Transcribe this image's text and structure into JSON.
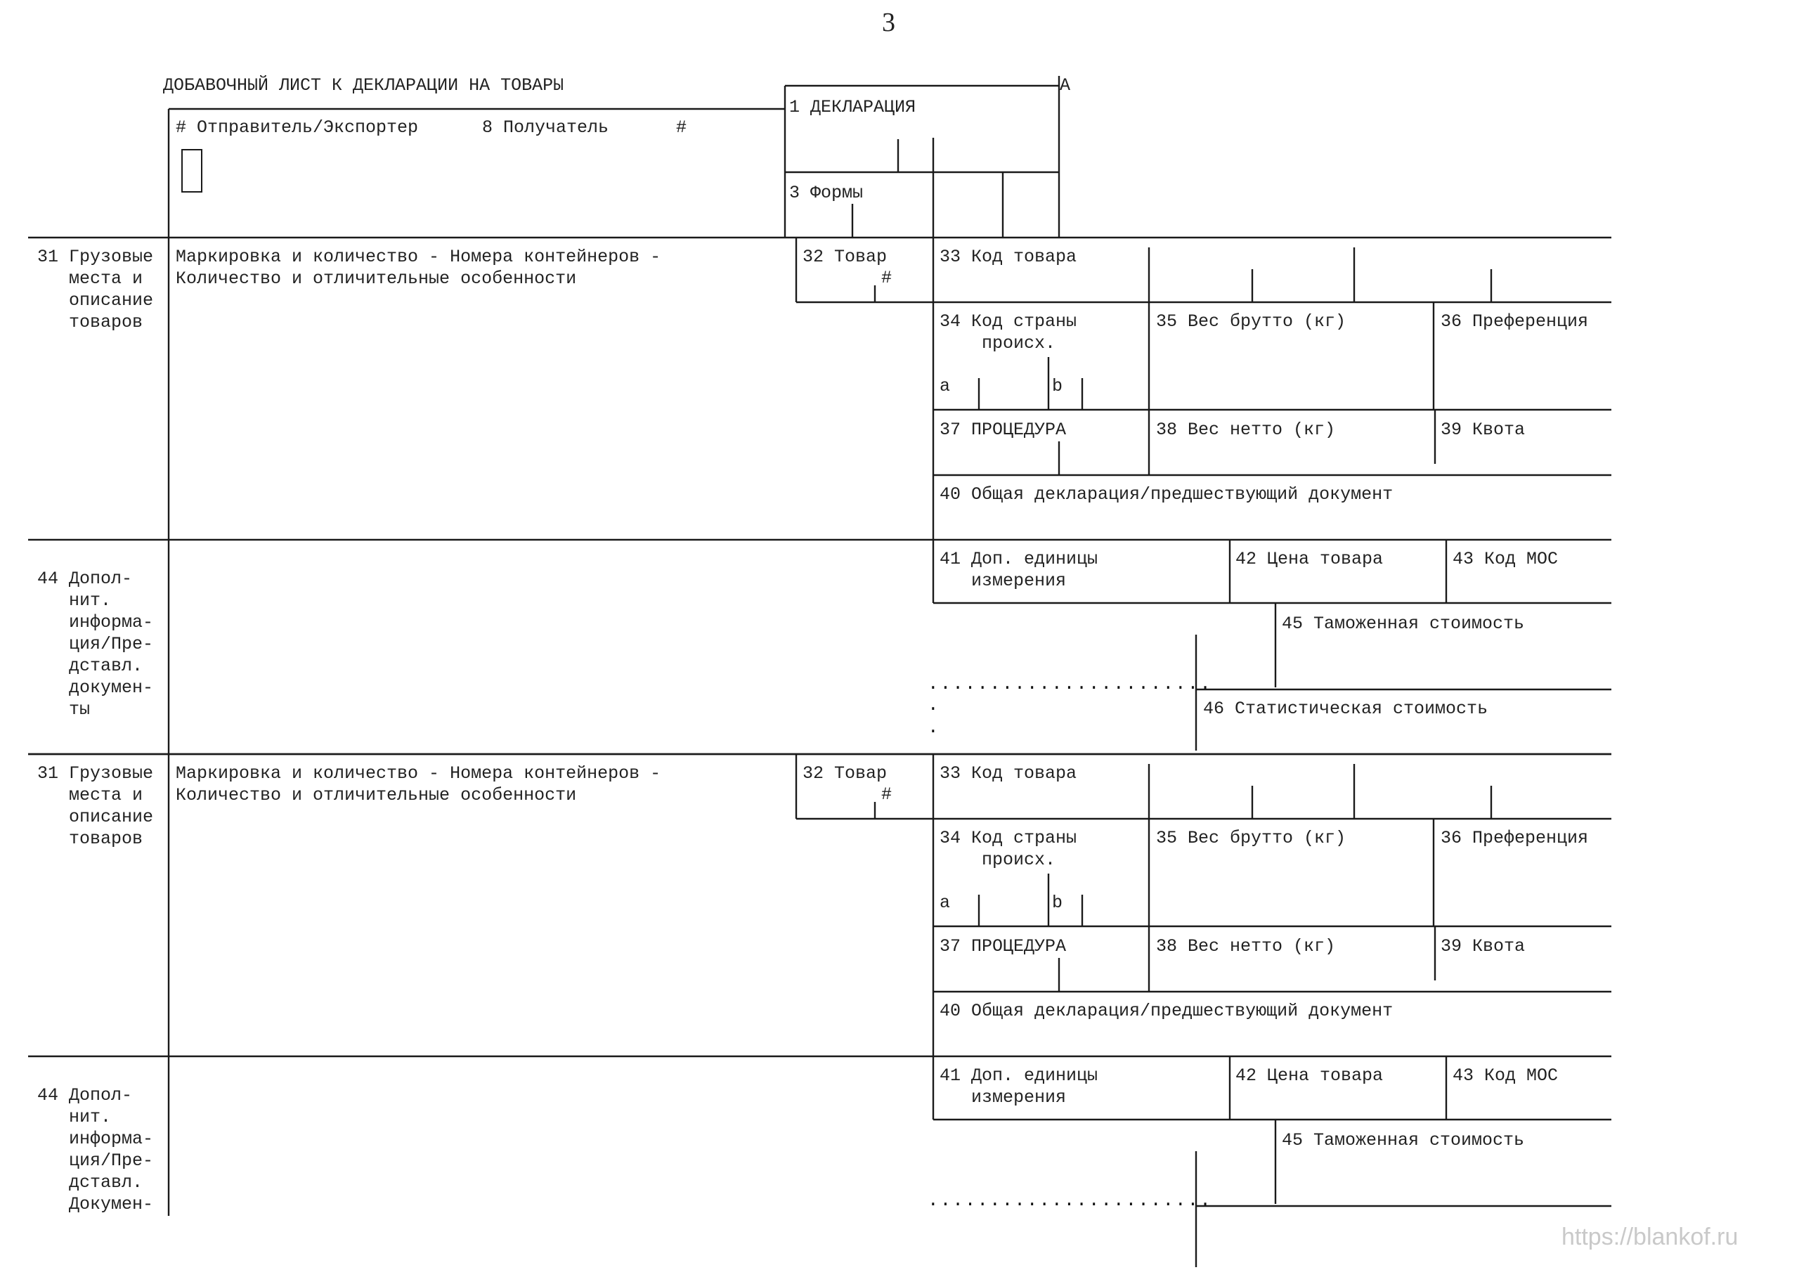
{
  "page_number": "3",
  "sheet_title": "ДОБАВОЧНЫЙ ЛИСТ К ДЕКЛАРАЦИИ НА ТОВАРЫ",
  "header": {
    "col_a": "A",
    "exporter": "# Отправитель/Экспортер",
    "consignee": "8 Получатель",
    "consignee_hash": "#",
    "declaration": "1 ДЕКЛАРАЦИЯ",
    "forms": "3 Формы"
  },
  "blocks": [
    {
      "b31_label": "31 Грузовые\n   места и\n   описание\n   товаров",
      "b31_text": "Маркировка и количество - Номера контейнеров -\nКоличество и отличительные особенности",
      "b32": "32 Товар",
      "b32_hash": "#",
      "b33": "33 Код товара",
      "b34": "34 Код страны\n    происх.",
      "b34_a": "a",
      "b34_b": "b",
      "b35": "35 Вес брутто (кг)",
      "b36": "36 Преференция",
      "b37": "37 ПРОЦЕДУРА",
      "b38": "38 Вес нетто (кг)",
      "b39": "39 Квота",
      "b40": "40 Общая декларация/предшествующий документ",
      "b41": "41 Доп. единицы\n   измерения",
      "b42": "42 Цена товара",
      "b43": "43 Код МОС",
      "b44_label": "44 Допол-\n   нит.\n   информа-\n   ция/Пре-\n   дставл.\n   докумен-\n   ты",
      "b45": "45 Таможенная стоимость",
      "b46": "46 Статистическая стоимость"
    },
    {
      "b31_label": "31 Грузовые\n   места и\n   описание\n   товаров",
      "b31_text": "Маркировка и количество - Номера контейнеров -\nКоличество и отличительные особенности",
      "b32": "32 Товар",
      "b32_hash": "#",
      "b33": "33 Код товара",
      "b34": "34 Код страны\n    происх.",
      "b34_a": "a",
      "b34_b": "b",
      "b35": "35 Вес брутто (кг)",
      "b36": "36 Преференция",
      "b37": "37 ПРОЦЕДУРА",
      "b38": "38 Вес нетто (кг)",
      "b39": "39 Квота",
      "b40": "40 Общая декларация/предшествующий документ",
      "b41": "41 Доп. единицы\n   измерения",
      "b42": "42 Цена товара",
      "b43": "43 Код МОС",
      "b44_label": "44 Допол-\n   нит.\n   информа-\n   ция/Пре-\n   дставл.\n   Докумен-",
      "b45": "45 Таможенная стоимость"
    }
  ],
  "watermark": "https://blankof.ru"
}
